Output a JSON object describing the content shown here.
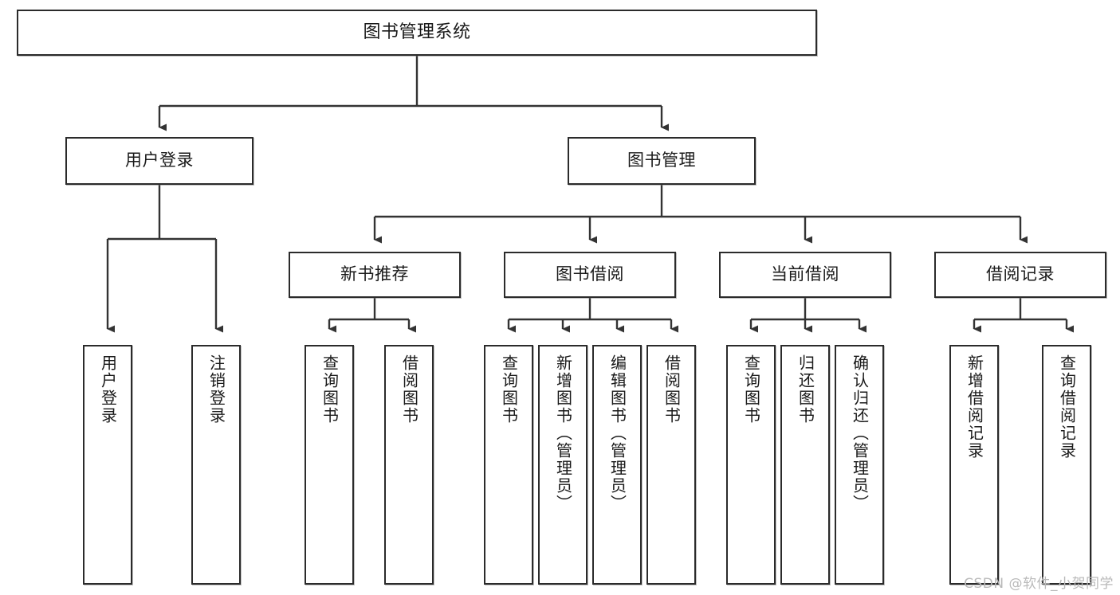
{
  "diagram": {
    "title": "图书管理系统",
    "type": "tree-hierarchy-chart",
    "orientation": "top-down",
    "colors": {
      "node_border": "#2b2b2b",
      "node_fill": "#ffffff",
      "edge": "#333333",
      "text": "#1a1a1a",
      "watermark": "#b9b9b9",
      "background": "#ffffff"
    }
  },
  "nodes": {
    "root": {
      "label": "图书管理系统"
    },
    "level2": [
      {
        "id": "user-login",
        "label": "用户登录"
      },
      {
        "id": "book-manage",
        "label": "图书管理"
      }
    ],
    "level3": [
      {
        "id": "new-book-recommend",
        "label": "新书推荐"
      },
      {
        "id": "book-borrow",
        "label": "图书借阅"
      },
      {
        "id": "current-borrow",
        "label": "当前借阅"
      },
      {
        "id": "borrow-record",
        "label": "借阅记录"
      }
    ],
    "leaves": {
      "user-login": [
        {
          "id": "leaf-user-login",
          "label": "用户登录"
        },
        {
          "id": "leaf-user-logout",
          "label": "注销登录"
        }
      ],
      "new-book-recommend": [
        {
          "id": "leaf-query-book-1",
          "label": "查询图书"
        },
        {
          "id": "leaf-borrow-book-1",
          "label": "借阅图书"
        }
      ],
      "book-borrow": [
        {
          "id": "leaf-query-book-2",
          "label": "查询图书"
        },
        {
          "id": "leaf-add-book",
          "label": "新增图书（管理员）"
        },
        {
          "id": "leaf-edit-book",
          "label": "编辑图书（管理员）"
        },
        {
          "id": "leaf-borrow-book-2",
          "label": "借阅图书"
        }
      ],
      "current-borrow": [
        {
          "id": "leaf-query-book-3",
          "label": "查询图书"
        },
        {
          "id": "leaf-return-book",
          "label": "归还图书"
        },
        {
          "id": "leaf-confirm-return",
          "label": "确认归还（管理员）"
        }
      ],
      "borrow-record": [
        {
          "id": "leaf-add-record",
          "label": "新增借阅记录"
        },
        {
          "id": "leaf-query-record",
          "label": "查询借阅记录"
        }
      ]
    }
  },
  "watermark": {
    "text": "CSDN @软件_小贺同学"
  }
}
